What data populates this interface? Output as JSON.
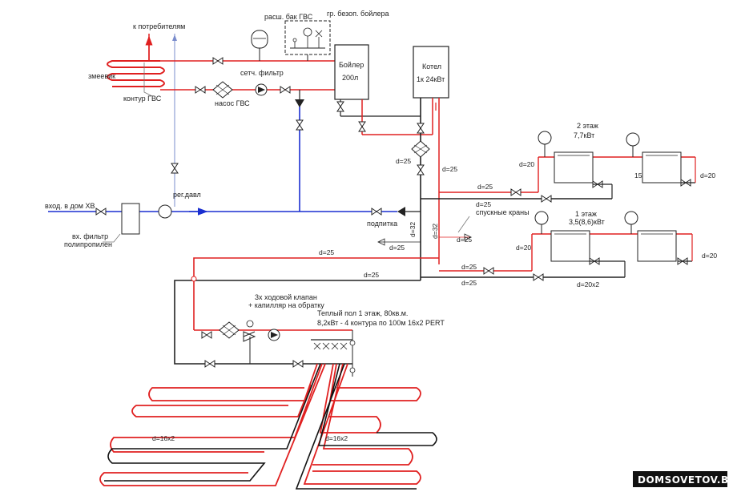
{
  "labels": {
    "consumers": "к потребителям",
    "coil": "змеевик",
    "dhw_loop": "контур ГВС",
    "exp_tank": "расш. бак ГВС",
    "boiler_safety": "гр. безоп. бойлера",
    "mesh_filter": "сетч. фильтр",
    "dhw_pump": "насос ГВС",
    "boiler_line1": "Бойлер",
    "boiler_line2": "200л",
    "kettle_line1": "Котел",
    "kettle_line2": "1к 24кВт",
    "inlet": "вход. в дом ХВ",
    "pressure_reg": "рег.давл",
    "inlet_filter1": "вх. фильтр",
    "inlet_filter2": "полипропилен",
    "makeup": "подпитка",
    "drain_valves": "спускные краны",
    "floor2_line1": "2 этаж",
    "floor2_line2": "7,7кВт",
    "floor1_line1": "1 этаж",
    "floor1_line2": "3,5(8,6)кВт",
    "valve3_line1": "3х ходовой клапан",
    "valve3_line2": "+ капилляр на обратку",
    "floorheat_line1": "Теплый пол 1 этаж, 80кв.м.",
    "floorheat_line2": "8,2кВт - 4 контура по 100м 16х2 PERT",
    "watermark": "DOMSOVETOV.BY"
  },
  "dims": {
    "d25_riser": "d=25",
    "d25_main": "d=25",
    "d20_f2_left": "d=20",
    "d25_f2_supply": "d=25",
    "f2_15": "15",
    "d20_f2_right": "d=20",
    "d25_drain": "d=25",
    "d25_drain2": "d=25",
    "d32_a": "d=32",
    "d32_b": "d=32",
    "d25_left": "d=25",
    "d20_f1_left": "d=20",
    "d20_f1_right": "d=20",
    "d25_floor_supply": "d=25",
    "d25_f1_a": "d=25",
    "d25_f1_b": "d=25",
    "d25_return": "d=25",
    "d20x2": "d=20x2",
    "d16_left": "d=16x2",
    "d16_center": "d=16x2"
  },
  "colors": {
    "supply": "#e02020",
    "return": "#111111",
    "cold": "#1a2fd0",
    "thin": "#7a8ccc",
    "line": "#222222"
  }
}
